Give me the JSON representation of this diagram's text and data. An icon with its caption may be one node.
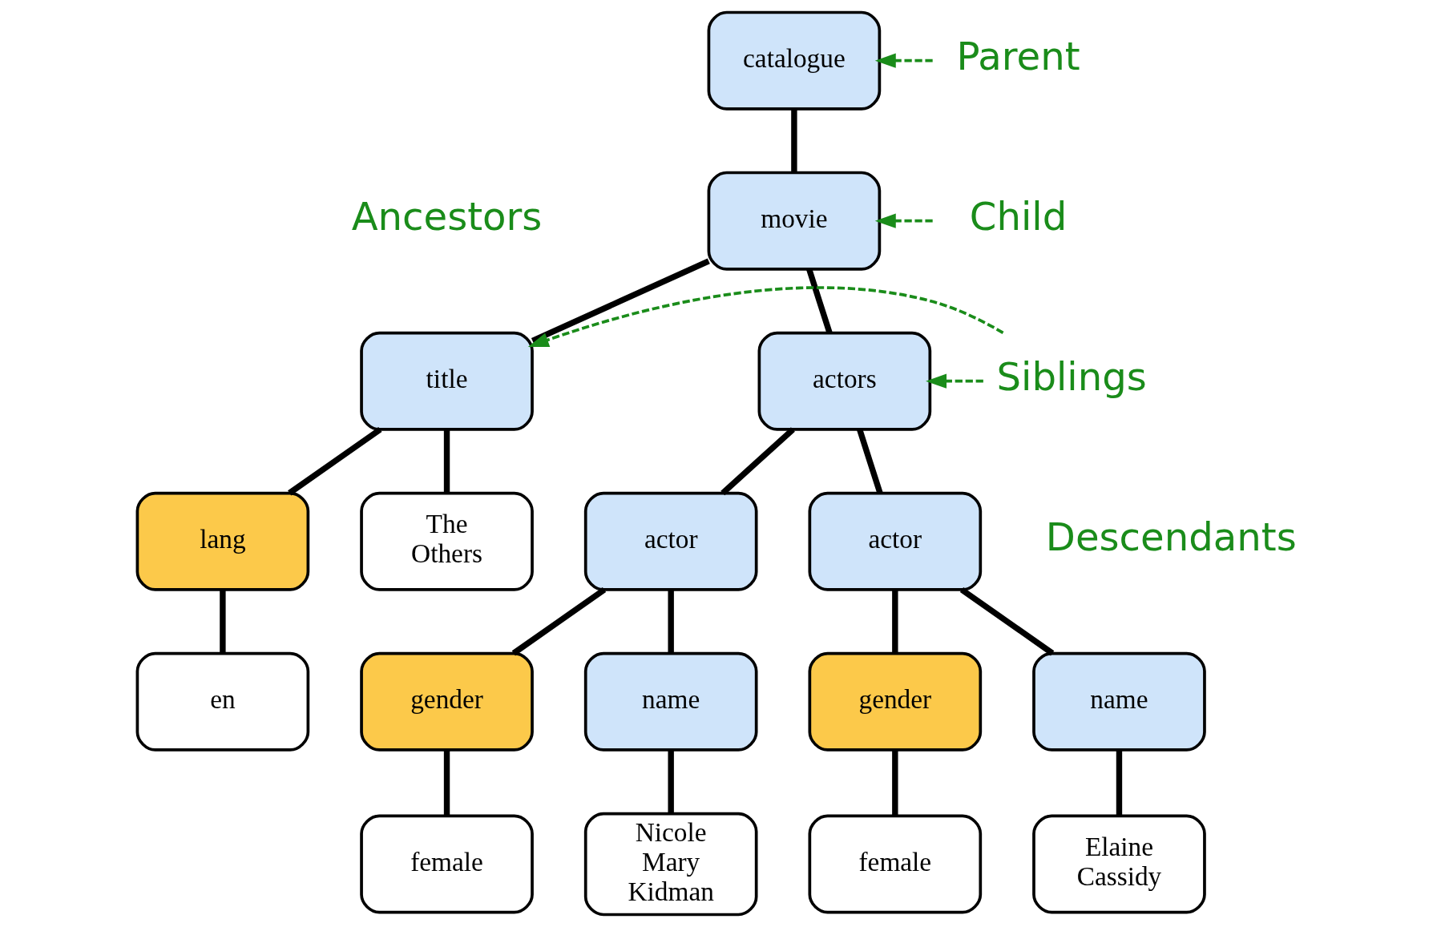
{
  "diagram": {
    "nodes": [
      {
        "text": [
          "catalogue"
        ]
      },
      {
        "text": [
          "movie"
        ]
      },
      {
        "text": [
          "title"
        ]
      },
      {
        "text": [
          "actors"
        ]
      },
      {
        "text": [
          "lang"
        ]
      },
      {
        "text": [
          "The Others"
        ]
      },
      {
        "text": [
          "en"
        ]
      },
      {
        "text": [
          "actor"
        ]
      },
      {
        "text": [
          "actor"
        ]
      },
      {
        "text": [
          "gender"
        ]
      },
      {
        "text": [
          "name"
        ]
      },
      {
        "text": [
          "female"
        ]
      },
      {
        "text": [
          "Nicole Mary Kidman"
        ]
      },
      {
        "text": [
          "gender"
        ]
      },
      {
        "text": [
          "name"
        ]
      },
      {
        "text": [
          "female"
        ]
      },
      {
        "text": [
          "Elaine Cassidy"
        ]
      },
      {
        "text": [
          "Parent"
        ]
      },
      {
        "text": [
          "Child"
        ]
      },
      {
        "text": [
          "Siblings"
        ]
      }
    ],
    "edges": [
      {
        "from": 0,
        "to": 1,
        "arrow": "none"
      },
      {
        "from": 1,
        "to": 2,
        "arrow": "none"
      },
      {
        "from": 1,
        "to": 3,
        "arrow": "none"
      },
      {
        "from": 2,
        "to": 4,
        "arrow": "none"
      },
      {
        "from": 2,
        "to": 5,
        "arrow": "none"
      },
      {
        "from": 4,
        "to": 6,
        "arrow": "none"
      },
      {
        "from": 3,
        "to": 7,
        "arrow": "none"
      },
      {
        "from": 3,
        "to": 8,
        "arrow": "none"
      },
      {
        "from": 7,
        "to": 9,
        "arrow": "none"
      },
      {
        "from": 7,
        "to": 10,
        "arrow": "none"
      },
      {
        "from": 9,
        "to": 11,
        "arrow": "none"
      },
      {
        "from": 10,
        "to": 12,
        "arrow": "none"
      },
      {
        "from": 8,
        "to": 13,
        "arrow": "none"
      },
      {
        "from": 8,
        "to": 14,
        "arrow": "none"
      },
      {
        "from": 13,
        "to": 15,
        "arrow": "none"
      },
      {
        "from": 14,
        "to": 16,
        "arrow": "none"
      },
      {
        "from": 17,
        "to": 0,
        "arrow": "to",
        "style": "dashed",
        "color": "#1a8c1a"
      },
      {
        "from": 18,
        "to": 1,
        "arrow": "to",
        "style": "dashed",
        "color": "#1a8c1a"
      },
      {
        "from": 19,
        "to": 2,
        "arrow": "to",
        "style": "dashed",
        "color": "#1a8c1a"
      },
      {
        "from": 19,
        "to": 3,
        "arrow": "to",
        "style": "dashed",
        "color": "#1a8c1a"
      }
    ],
    "labels": [
      "Ancestors",
      "Descendants"
    ]
  }
}
